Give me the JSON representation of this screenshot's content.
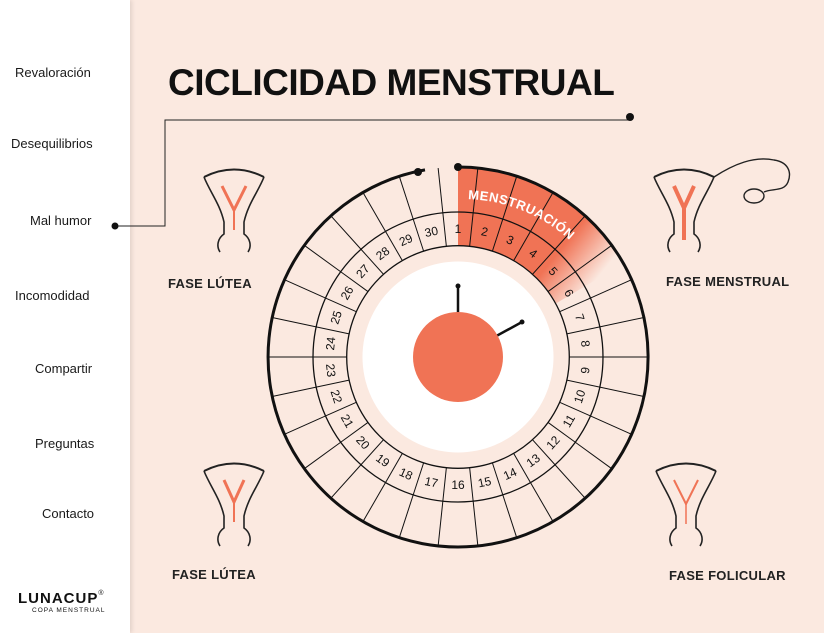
{
  "nav": {
    "items": [
      {
        "label": "Revaloración"
      },
      {
        "label": "Desequilibrios"
      },
      {
        "label": "Mal humor"
      },
      {
        "label": "Incomodidad"
      },
      {
        "label": "Compartir"
      },
      {
        "label": "Preguntas"
      },
      {
        "label": "Contacto"
      }
    ]
  },
  "logo": {
    "name": "LUNACUP",
    "mark": "®",
    "tagline": "COPA MENSTRUAL"
  },
  "title": "CICLICIDAD MENSTRUAL",
  "phases": {
    "top_left": "FASE LÚTEA",
    "top_right": "FASE MENSTRUAL",
    "bottom_left": "FASE LÚTEA",
    "bottom_right": "FASE FOLICULAR"
  },
  "wheel": {
    "day_labels": [
      "1",
      "2",
      "3",
      "4",
      "5",
      "6",
      "7",
      "8",
      "9",
      "10",
      "11",
      "12",
      "13",
      "14",
      "15",
      "16",
      "17",
      "18",
      "19",
      "20",
      "21",
      "22",
      "23",
      "24",
      "25",
      "26",
      "27",
      "28",
      "29",
      "30"
    ],
    "highlight_label": "MENSTRUACIÓN",
    "colors": {
      "accent": "#f07355",
      "ring": "#111111",
      "background": "#fbe9e0"
    }
  },
  "icons": [
    "uterus-icon",
    "uterus-with-ovary-icon"
  ]
}
